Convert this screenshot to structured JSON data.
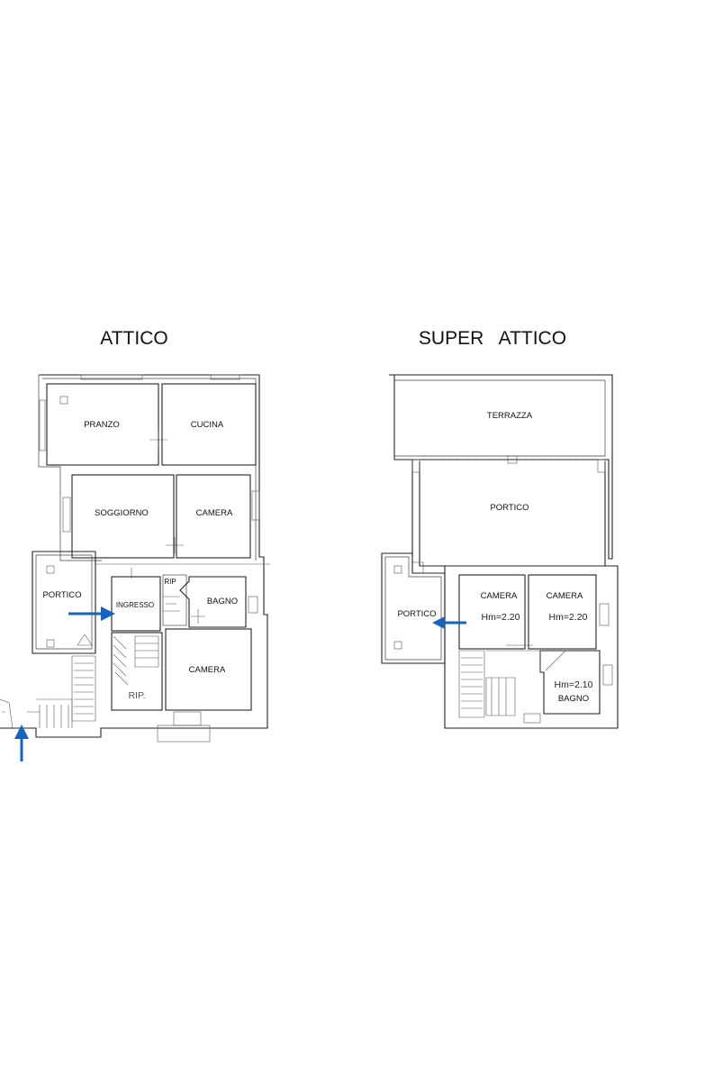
{
  "plans": {
    "attico": {
      "title": "ATTICO",
      "rooms": {
        "pranzo": "PRANZO",
        "cucina": "CUCINA",
        "soggiorno": "SOGGIORNO",
        "camera1": "CAMERA",
        "portico": "PORTICO",
        "ingresso": "INGRESSO",
        "rip_small": "RIP",
        "bagno": "BAGNO",
        "camera2": "CAMERA",
        "rip": "RIP."
      }
    },
    "super_attico": {
      "title": "SUPER   ATTICO",
      "rooms": {
        "terrazza": "TERRAZZA",
        "portico": "PORTICO",
        "portico_side": "PORTICO",
        "camera1": "CAMERA",
        "camera1_height": "Hm=2.20",
        "camera2": "CAMERA",
        "camera2_height": "Hm=2.20",
        "bagno_height": "Hm=2.10",
        "bagno": "BAGNO"
      }
    }
  },
  "colors": {
    "arrow": "#1565c0",
    "wall": "#222222"
  }
}
